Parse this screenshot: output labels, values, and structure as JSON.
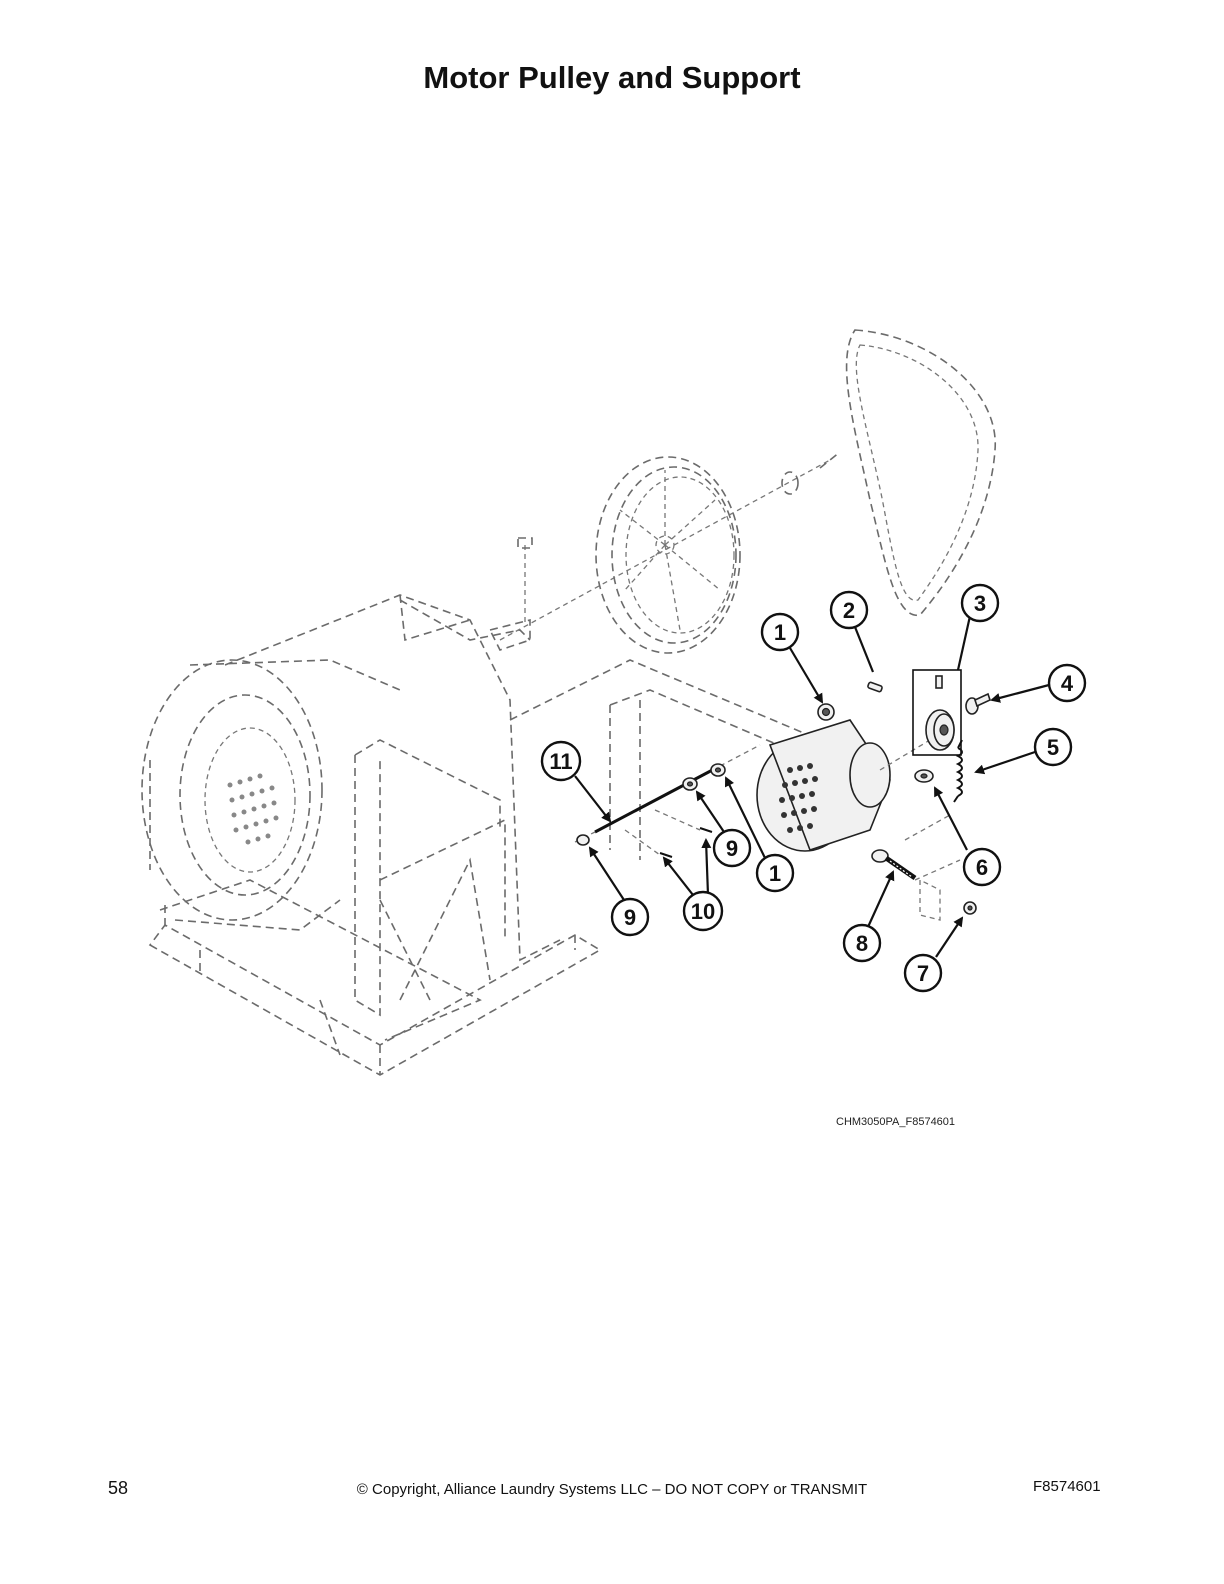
{
  "page": {
    "title": "Motor Pulley and Support",
    "drawing_id": "CHM3050PA_F8574601",
    "page_number": "58",
    "copyright": "© Copyright, Alliance Laundry Systems LLC – DO NOT COPY or TRANSMIT",
    "doc_id": "F8574601"
  },
  "callouts": [
    {
      "id": "callout-1-upper",
      "label": "1"
    },
    {
      "id": "callout-2",
      "label": "2"
    },
    {
      "id": "callout-3",
      "label": "3"
    },
    {
      "id": "callout-4",
      "label": "4"
    },
    {
      "id": "callout-5",
      "label": "5"
    },
    {
      "id": "callout-11",
      "label": "11"
    },
    {
      "id": "callout-6",
      "label": "6"
    },
    {
      "id": "callout-9-right",
      "label": "9"
    },
    {
      "id": "callout-1-lower",
      "label": "1"
    },
    {
      "id": "callout-9-left",
      "label": "9"
    },
    {
      "id": "callout-10",
      "label": "10"
    },
    {
      "id": "callout-8",
      "label": "8"
    },
    {
      "id": "callout-7",
      "label": "7"
    }
  ]
}
